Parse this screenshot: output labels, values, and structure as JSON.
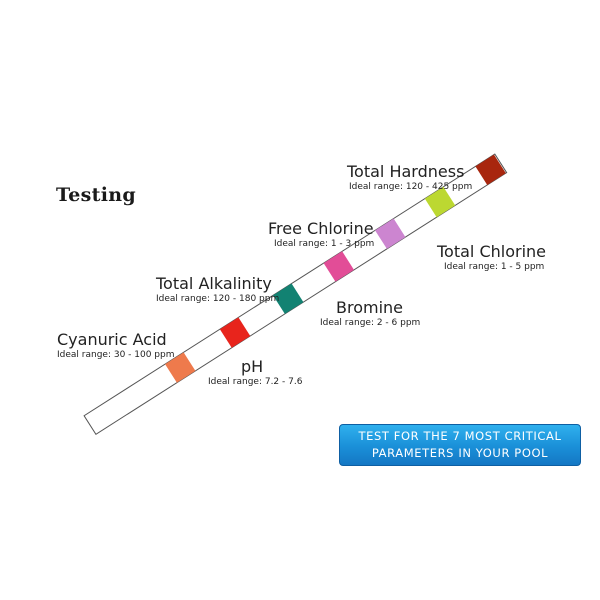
{
  "title": "Testing",
  "colors": {
    "strip_fill": "#ffffff",
    "strip_stroke": "#555555",
    "banner_bg": "#1a8fd8",
    "banner_text": "#ffffff"
  },
  "parameters": [
    {
      "name": "Cyanuric Acid",
      "range": "Ideal range: 30 - 100 ppm",
      "color": "#ee7a4c"
    },
    {
      "name": "pH",
      "range": "Ideal range: 7.2 - 7.6",
      "color": "#e8241c"
    },
    {
      "name": "Total Alkalinity",
      "range": "Ideal range: 120 - 180 ppm",
      "color": "#128272"
    },
    {
      "name": "Bromine",
      "range": "Ideal range: 2 - 6 ppm",
      "color": "#e24d97"
    },
    {
      "name": "Free Chlorine",
      "range": "Ideal range: 1 - 3 ppm",
      "color": "#cc85d0"
    },
    {
      "name": "Total Chlorine",
      "range": "Ideal range: 1 - 5 ppm",
      "color": "#bcd831"
    },
    {
      "name": "Total Hardness",
      "range": "Ideal range: 120 - 425 ppm",
      "color": "#a8260e"
    }
  ],
  "banner": {
    "line1": "TEST FOR THE 7 MOST CRITICAL",
    "line2": "PARAMETERS IN YOUR POOL"
  }
}
